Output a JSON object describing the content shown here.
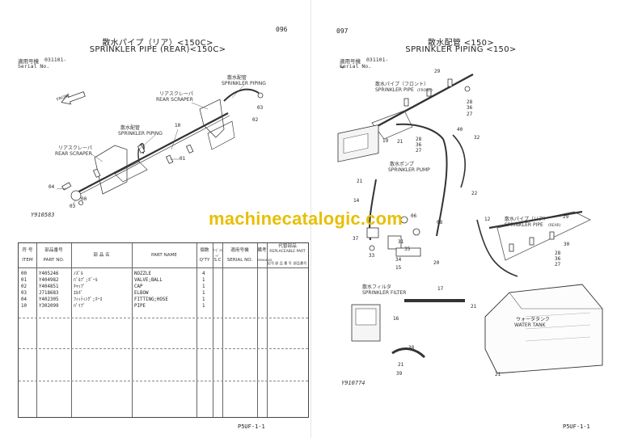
{
  "left_page": {
    "page_number": "096",
    "title_jp": "散水パイプ（リア）<150C>",
    "title_en": "SPRINKLER PIPE (REAR)<150C>",
    "serial_jp": "適用号機",
    "serial_value": "031101-",
    "serial_en": "Serial No.",
    "front_label": "FRONT",
    "figure_id": "Y910583",
    "footer_code": "P5UF-1-1",
    "callouts": {
      "sprinkler_piping_top_jp": "散水配管",
      "sprinkler_piping_top_en": "SPRINKLER PIPING",
      "rear_scraper_top_jp": "リアスクレーパ",
      "rear_scraper_top_en": "REAR SCRAPER",
      "sprinkler_piping_mid_jp": "散水配管",
      "sprinkler_piping_mid_en": "SPRINKLER PIPING",
      "rear_scraper_low_jp": "リアスクレーパ",
      "rear_scraper_low_en": "REAR SCRAPER"
    },
    "numbers": [
      "03",
      "02",
      "10",
      "01",
      "04",
      "00",
      "03"
    ],
    "table": {
      "headers": {
        "item_jp": "符 号",
        "item_en": "ITEM",
        "part_no_jp": "部品番号",
        "part_no_en": "PART NO.",
        "name_jp": "部 品 名",
        "part_name_en": "PART NAME",
        "qty_jp": "個数",
        "qty_en": "Q'TY",
        "sc_jp": "ｻｰﾋﾞｽｺｰﾄﾞ",
        "sc_en": "S.C",
        "serial_jp": "適用号機",
        "serial_en": "SERIAL NO.",
        "remarks_jp": "備考",
        "remarks_en": "REMARKS",
        "replaceable_jp": "代替部品",
        "replaceable_en": "REPLACEABLE PART",
        "replace_sub_1": "記号",
        "replace_sub_2": "部 品 番 号",
        "replace_sub_3": "部品番号"
      },
      "rows": [
        {
          "item": "00",
          "part_no": "Y405246",
          "name_jp": "ﾉｽﾞﾙ",
          "part_name": "NOZZLE",
          "qty": "4"
        },
        {
          "item": "01",
          "part_no": "Y404982",
          "name_jp": "ﾊﾞﾙﾌﾞ;ﾎﾞｰﾙ",
          "part_name": "VALVE;BALL",
          "qty": "1"
        },
        {
          "item": "02",
          "part_no": "Y404851",
          "name_jp": "ｷｬｯﾌﾟ",
          "part_name": "CAP",
          "qty": "1"
        },
        {
          "item": "03",
          "part_no": "J718683",
          "name_jp": "ｴﾙﾎﾞ",
          "part_name": "ELBOW",
          "qty": "1"
        },
        {
          "item": "04",
          "part_no": "Y402305",
          "name_jp": "ﾌｨｯﾃｨﾝｸﾞ;ﾎｰｽ",
          "part_name": "FITTING;HOSE",
          "qty": "1"
        },
        {
          "item": "10",
          "part_no": "Y302099",
          "name_jp": "ﾊﾟｲﾌﾟ",
          "part_name": "PIPE",
          "qty": "1"
        }
      ]
    }
  },
  "right_page": {
    "page_number": "097",
    "title_jp": "散水配管 <150>",
    "title_en": "SPRINKLER PIPING <150>",
    "serial_jp": "適用号機",
    "serial_value": "031101-",
    "serial_en": "Serial No.",
    "figure_id": "Y910774",
    "footer_code": "P5UF-1-1",
    "callouts": {
      "pipe_front_jp": "散水パイプ（フロント）",
      "pipe_front_en": "SPRINKLER PIPE",
      "pipe_front_en_suffix": "(FRONT)",
      "pump_jp": "散水ポンプ",
      "pump_en": "SPRINKLER PUMP",
      "pipe_rear_jp": "散水パイプ（リア）",
      "pipe_rear_en": "SPRINKLER PIPE",
      "pipe_rear_en_suffix": "(REAR)",
      "filter_jp": "散水フィルタ",
      "filter_en": "SPRINKLER FILTER",
      "tank_jp": "ウォータタンク",
      "tank_en": "WATER TANK"
    },
    "numbers": [
      "29",
      "28",
      "36",
      "27",
      "19",
      "21",
      "40",
      "32",
      "28",
      "36",
      "27",
      "21",
      "22",
      "14",
      "06",
      "08",
      "12",
      "29",
      "30",
      "28",
      "36",
      "27",
      "37",
      "31",
      "35",
      "33",
      "34",
      "20",
      "15",
      "17",
      "21",
      "16",
      "38",
      "21",
      "39",
      "21"
    ]
  },
  "watermark": "machinecatalogic.com"
}
